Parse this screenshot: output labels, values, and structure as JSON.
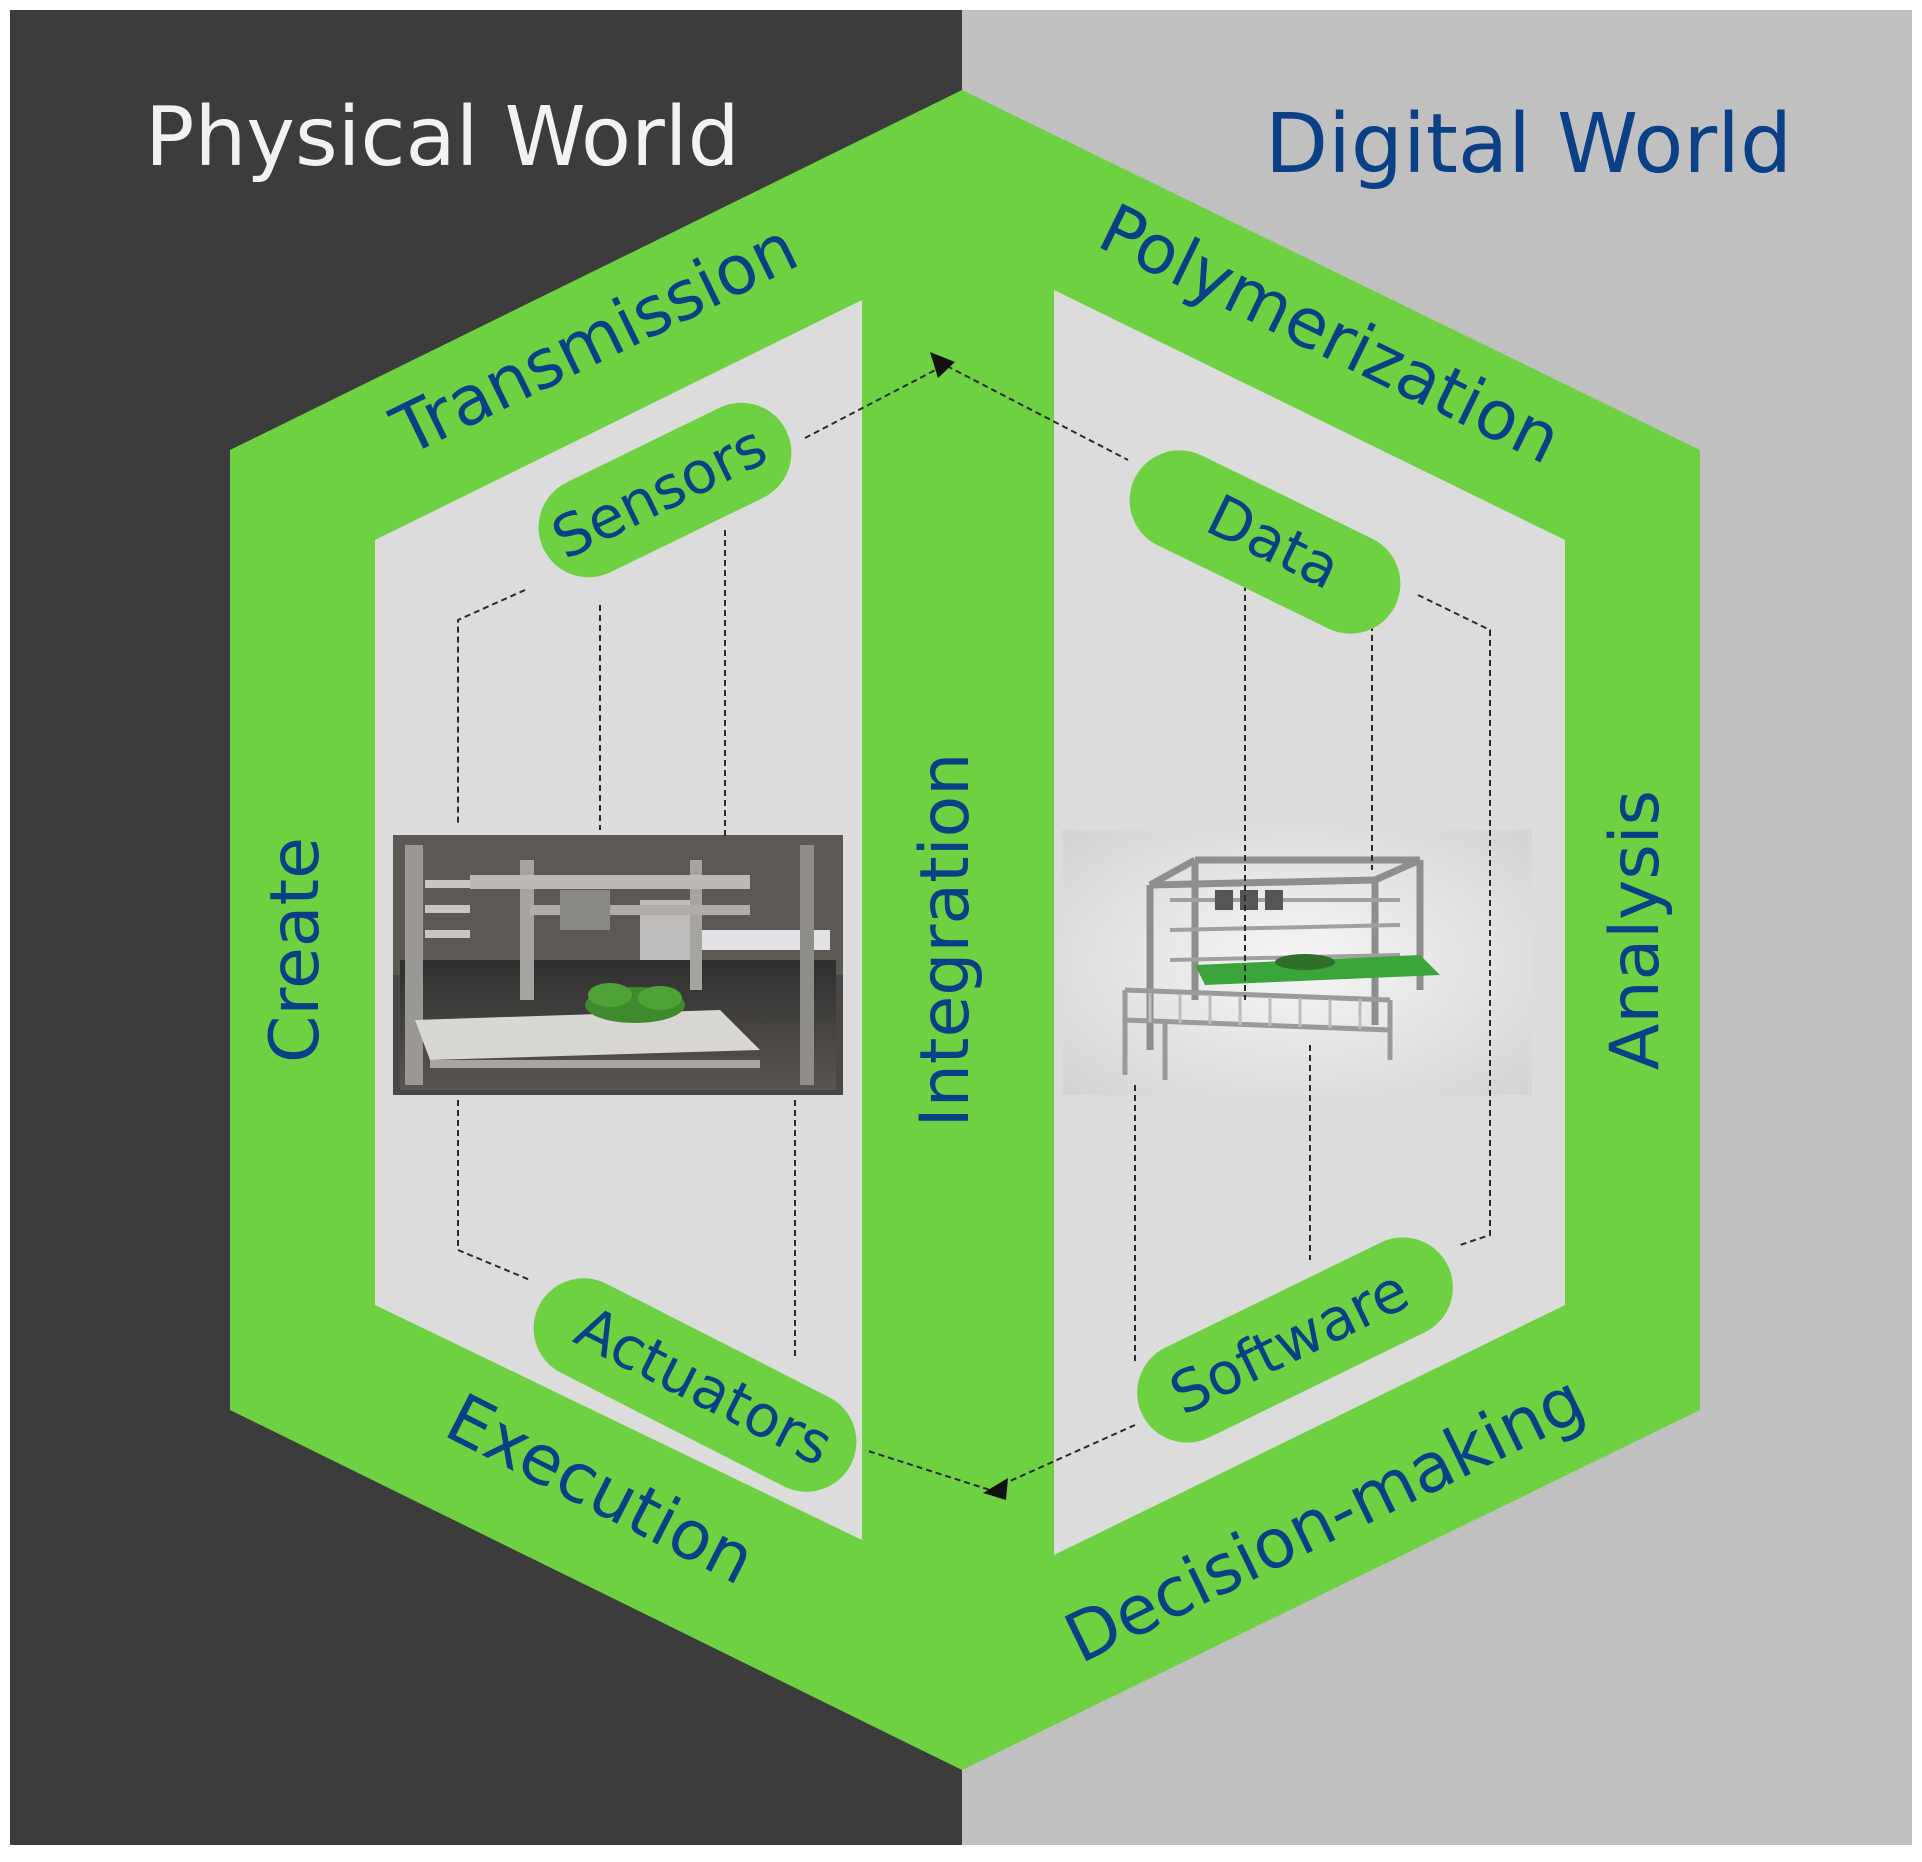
{
  "worlds": {
    "physical": {
      "title": "Physical World",
      "background": "#3c3c3c",
      "text_color": "#f2f2f2"
    },
    "digital": {
      "title": "Digital World",
      "background": "#c0c0c0",
      "text_color": "#0b3f86"
    }
  },
  "colors": {
    "ring": "#6dd142",
    "inner_panel": "#dcdcdc",
    "label_text": "#0b3f86"
  },
  "ring_labels": {
    "transmission": "Transmission",
    "polymerization": "Polymerization",
    "create": "Create",
    "integration": "Integration",
    "analysis": "Analysis",
    "execution": "Execution",
    "decision_making": "Decision-making"
  },
  "pills": {
    "sensors": "Sensors",
    "actuators": "Actuators",
    "data": "Data",
    "software": "Software"
  },
  "images": {
    "physical_photo": "photo of physical greenhouse plant-phenotyping gantry robot with green seedlings",
    "digital_model": "3D model render of the gantry robot with conveyor"
  }
}
